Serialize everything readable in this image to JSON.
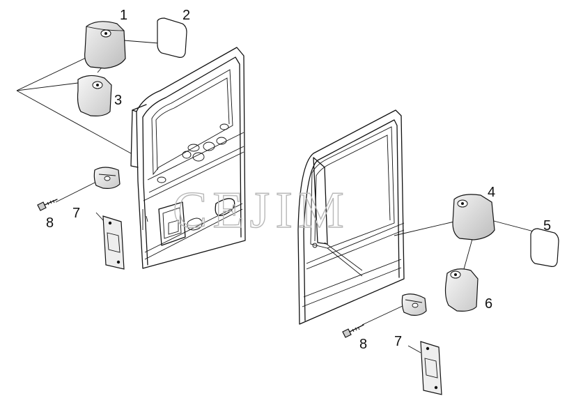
{
  "watermark": "CEJIM",
  "callouts": {
    "c1": "1",
    "c2": "2",
    "c3": "3",
    "c4": "4",
    "c5": "5",
    "c6": "6",
    "c7a": "7",
    "c7b": "7",
    "c8a": "8",
    "c8b": "8"
  },
  "colors": {
    "line": "#111111",
    "shade": "#d9d9d9",
    "watermark": "#b8b8b8"
  }
}
